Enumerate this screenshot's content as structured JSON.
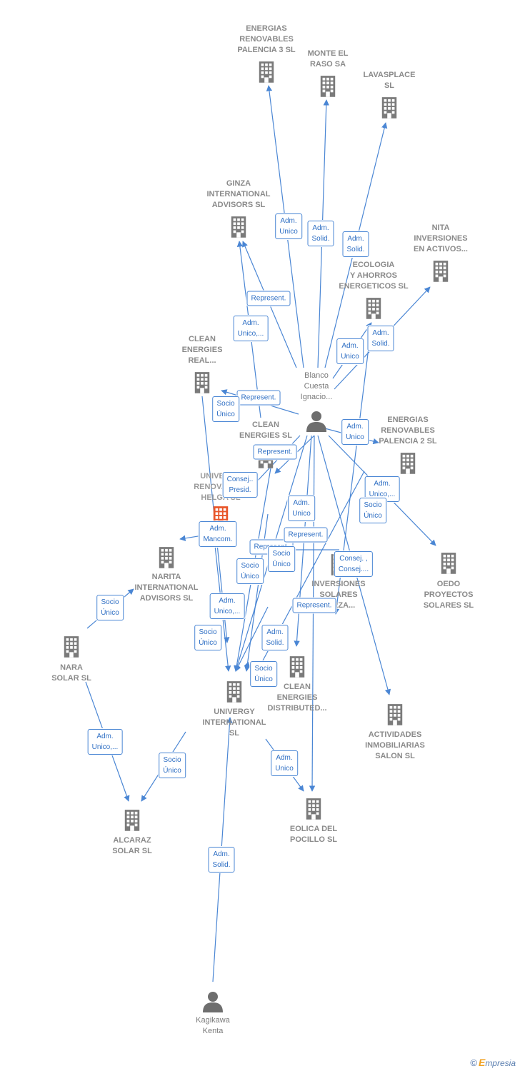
{
  "nodes": [
    {
      "id": "erp3",
      "type": "company",
      "label": "ENERGIAS\nRENOVABLES\nPALENCIA 3 SL",
      "icon": "building-icon",
      "color": "#7a7a7a"
    },
    {
      "id": "monte",
      "type": "company",
      "label": "MONTE EL\nRASO SA",
      "icon": "building-icon",
      "color": "#7a7a7a"
    },
    {
      "id": "lavas",
      "type": "company",
      "label": "LAVASPLACE\nSL",
      "icon": "building-icon",
      "color": "#7a7a7a"
    },
    {
      "id": "ginza",
      "type": "company",
      "label": "GINZA\nINTERNATIONAL\nADVISORS  SL",
      "icon": "building-icon",
      "color": "#7a7a7a"
    },
    {
      "id": "nita",
      "type": "company",
      "label": "NITA\nINVERSIONES\nEN ACTIVOS...",
      "icon": "building-icon",
      "color": "#7a7a7a"
    },
    {
      "id": "ecol",
      "type": "company",
      "label": "ECOLOGIA\nY AHORROS\nENERGETICOS SL",
      "icon": "building-icon",
      "color": "#7a7a7a"
    },
    {
      "id": "cer",
      "type": "company",
      "label": "CLEAN\nENERGIES\nREAL...",
      "icon": "building-icon",
      "color": "#7a7a7a"
    },
    {
      "id": "blanco",
      "type": "person",
      "label": "Blanco\nCuesta\nIgnacio...",
      "icon": "person-icon",
      "color": "#6e6e6e"
    },
    {
      "id": "ces",
      "type": "company",
      "label": "CLEAN\nENERGIES SL",
      "icon": "building-icon",
      "color": "#7a7a7a"
    },
    {
      "id": "erp2",
      "type": "company",
      "label": "ENERGIAS\nRENOVABLES\nPALENCIA 2 SL",
      "icon": "building-icon",
      "color": "#7a7a7a"
    },
    {
      "id": "uni",
      "type": "focus",
      "label": "UNIVERGY\nRENOVABLES\nHELGA  SL",
      "icon": "building-icon",
      "color": "#e8562a"
    },
    {
      "id": "narita",
      "type": "company",
      "label": "NARITA\nINTERNATIONAL\nADVISORS  SL",
      "icon": "building-icon",
      "color": "#7a7a7a"
    },
    {
      "id": "oedo",
      "type": "company",
      "label": "OEDO\nPROYECTOS\nSOLARES  SL",
      "icon": "building-icon",
      "color": "#7a7a7a"
    },
    {
      "id": "inv",
      "type": "company",
      "label": "INVERSIONES\nSOLARES\nZARZA...",
      "icon": "building-icon",
      "color": "#7a7a7a"
    },
    {
      "id": "nara",
      "type": "company",
      "label": "NARA\nSOLAR  SL",
      "icon": "building-icon",
      "color": "#7a7a7a"
    },
    {
      "id": "ced",
      "type": "company",
      "label": "CLEAN\nENERGIES\nDISTRIBUTED...",
      "icon": "building-icon",
      "color": "#7a7a7a"
    },
    {
      "id": "uint",
      "type": "company",
      "label": "UNIVERGY\nINTERNATIONAL\nSL",
      "icon": "building-icon",
      "color": "#7a7a7a"
    },
    {
      "id": "actv",
      "type": "company",
      "label": "ACTIVIDADES\nINMOBILIARIAS\nSALON SL",
      "icon": "building-icon",
      "color": "#7a7a7a"
    },
    {
      "id": "alca",
      "type": "company",
      "label": "ALCARAZ\nSOLAR SL",
      "icon": "building-icon",
      "color": "#7a7a7a"
    },
    {
      "id": "eolica",
      "type": "company",
      "label": "EOLICA DEL\nPOCILLO SL",
      "icon": "building-icon",
      "color": "#7a7a7a"
    },
    {
      "id": "kagi",
      "type": "person",
      "label": "Kagikawa\nKenta",
      "icon": "person-icon",
      "color": "#6e6e6e"
    }
  ],
  "relations": [
    "Adm.\nUnico",
    "Adm.\nSolid.",
    "Adm.\nSolid.",
    "Represent.",
    "Adm.\nUnico,...",
    "Adm.\nSolid.",
    "Adm.\nUnico",
    "Represent.",
    "Socio\nÚnico",
    "Adm.\nUnico",
    "Represent.",
    "Consej..\nPresid.",
    "Adm.\nUnico,...",
    "Adm.\nUnico",
    "Socio\nÚnico",
    "Adm.\nMancom.",
    "Represent.",
    "Represent.",
    "Socio\nÚnico",
    "Socio\nÚnico",
    "Consej. ,\nConsej....",
    "Socio\nÚnico",
    "Represent.",
    "Adm.\nUnico,...",
    "Socio\nÚnico",
    "Adm.\nSolid.",
    "Socio\nÚnico",
    "Adm.\nUnico,...",
    "Socio\nÚnico",
    "Adm.\nUnico",
    "Adm.\nSolid."
  ],
  "colors": {
    "edge": "#4a86d4",
    "node": "#7a7a7a",
    "focus": "#e8562a"
  },
  "brand": {
    "copyright": "©",
    "name": "mpresia",
    "initial": "E"
  }
}
